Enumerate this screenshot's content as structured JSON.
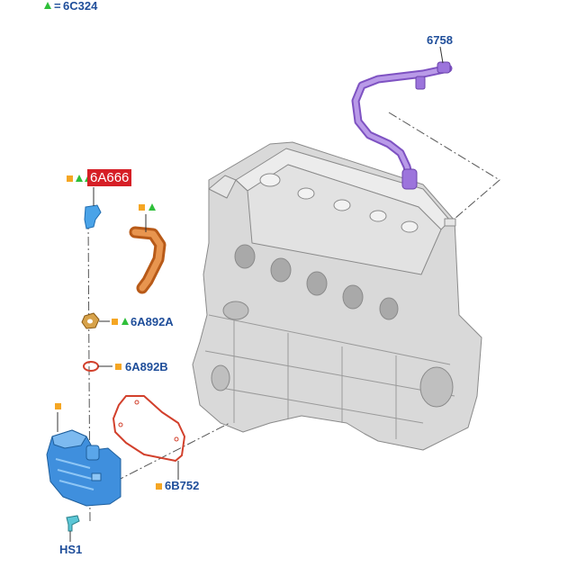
{
  "legend": {
    "symbol": "=",
    "code": "6C324"
  },
  "callouts": {
    "hose_top": "6758",
    "tube_highlight": "6A666",
    "seal_1": "6A892A",
    "seal_2": "6A892B",
    "gasket": "6B752",
    "bolt": "HS1"
  },
  "colors": {
    "label_blue": "#1f4e9a",
    "highlight_red": "#d61f26",
    "square_orange": "#f5a623",
    "triangle_green": "#2fbf3a",
    "hose_purple": "#a070d8",
    "tube_orange": "#d9772f",
    "separator_blue": "#3f8fdd",
    "gasket_red": "#d2402c",
    "engine_grey": "#d4d4d4"
  }
}
